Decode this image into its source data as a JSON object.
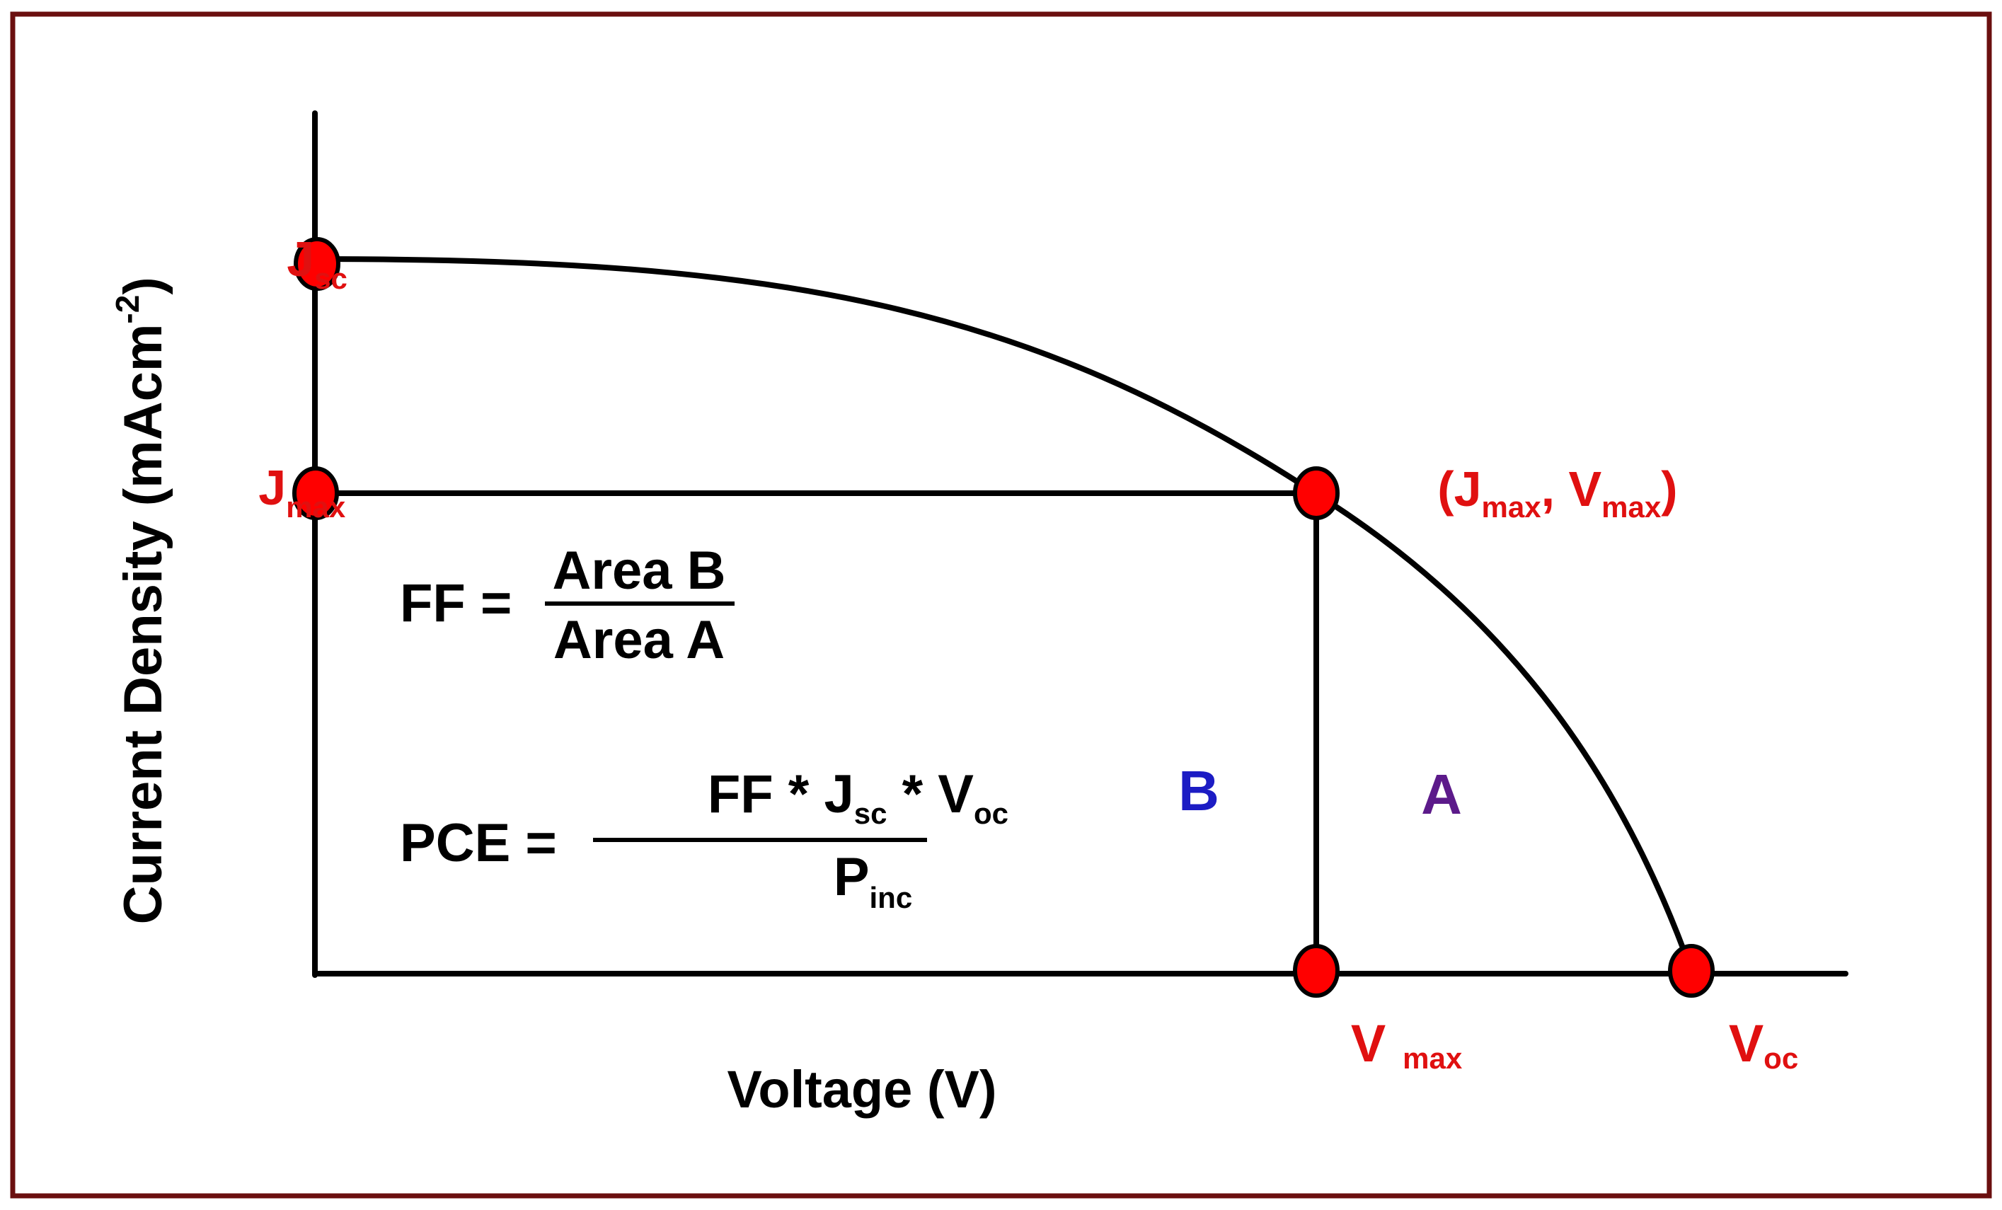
{
  "colors": {
    "border": "#6b0f0f",
    "axis": "#000000",
    "marker": "#ff0000",
    "marker_stroke": "#000000",
    "label_red": "#e01010",
    "label_blue": "#1c1cc4",
    "label_purple": "#5c1a8a",
    "text": "#000000"
  },
  "axes": {
    "y_label_main": "Current Density (mAcm",
    "y_label_sup": "-2",
    "y_label_close": ")",
    "x_label": "Voltage (V)"
  },
  "points": {
    "jsc": {
      "main": "J",
      "sub": "sc"
    },
    "jmax": {
      "main": "J",
      "sub": "max"
    },
    "vmax": {
      "main": "V",
      "sub": "max"
    },
    "voc": {
      "main": "V",
      "sub": "oc"
    },
    "mpp": {
      "open": "(",
      "j": "J",
      "j_sub": "max",
      "comma": ", ",
      "v": "V",
      "v_sub": "max",
      "close": ")"
    }
  },
  "regions": {
    "b": "B",
    "a": "A"
  },
  "formulas": {
    "ff": {
      "lhs": "FF =",
      "numerator": "Area B",
      "denominator": "Area A"
    },
    "pce": {
      "lhs": "PCE =",
      "num_ff": "FF * ",
      "num_j": "J",
      "num_j_sub": "sc",
      "num_star": " * ",
      "num_v": "V",
      "num_v_sub": "oc",
      "den_p": "P",
      "den_p_sub": "inc"
    }
  }
}
